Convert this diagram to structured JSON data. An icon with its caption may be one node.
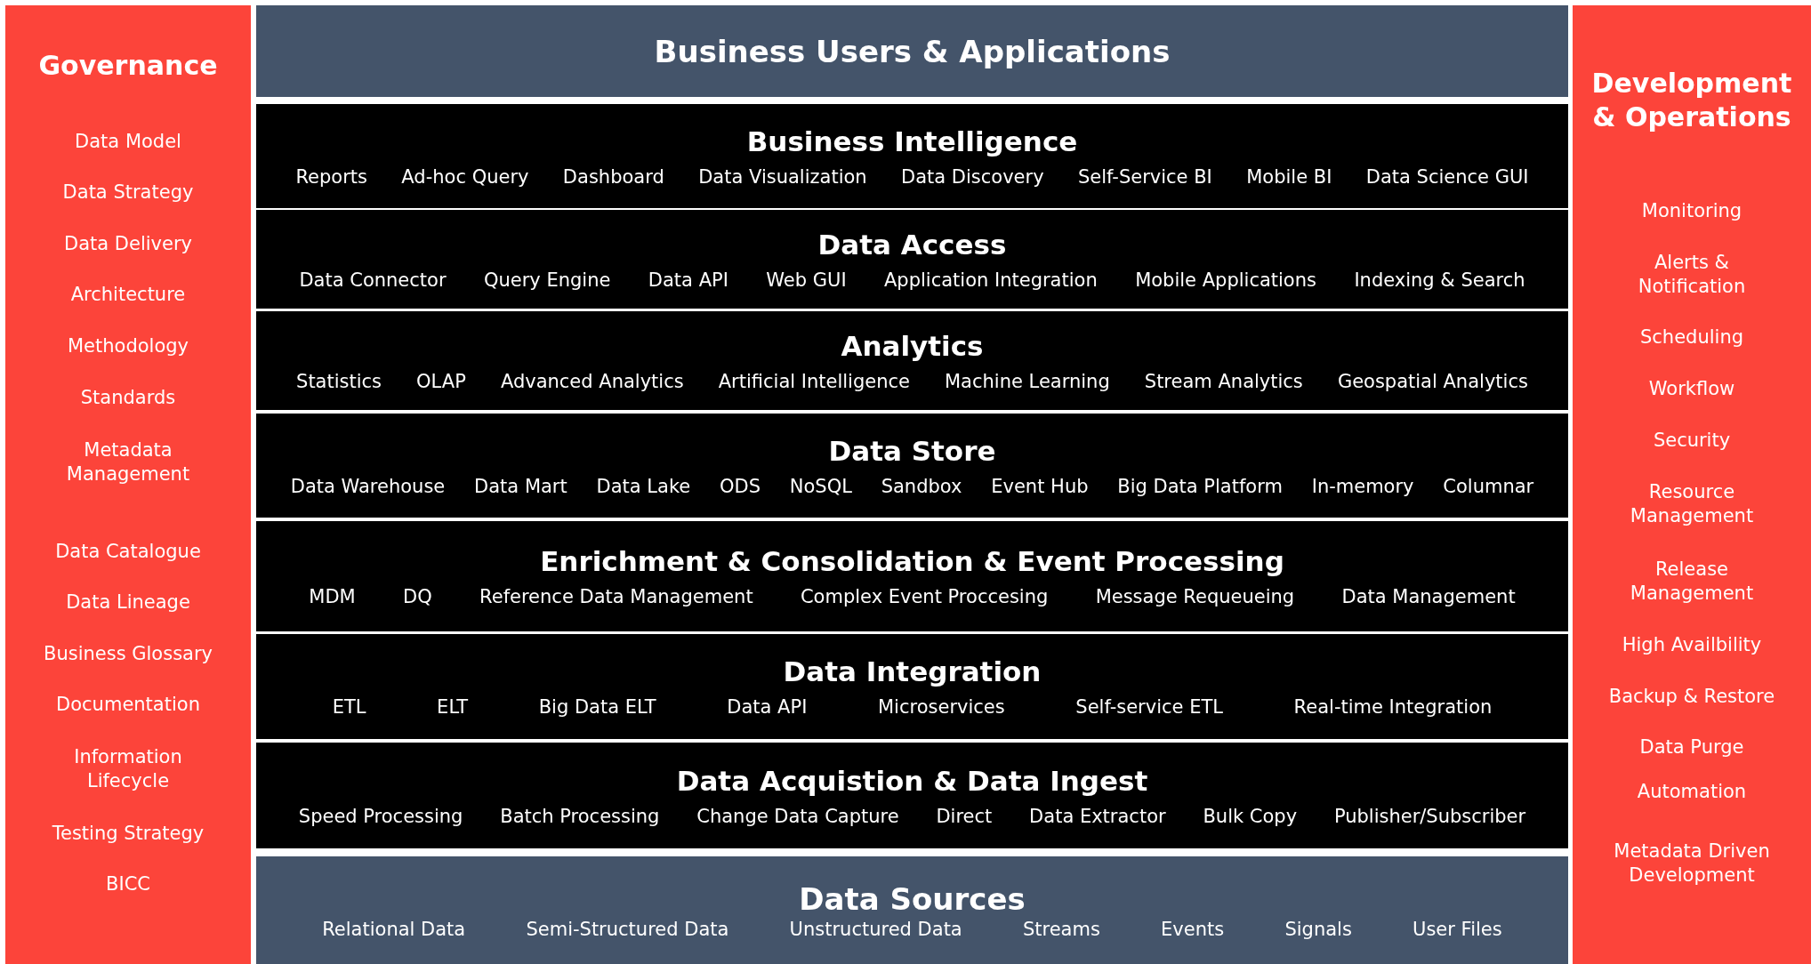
{
  "diagram": {
    "nodes": [
      {
        "text": [
          "Governance",
          "Data Model",
          "Data Strategy",
          "Data Delivery",
          "Architecture",
          "Methodology",
          "Standards",
          "Metadata Management",
          "Data Catalogue",
          "Data Lineage",
          "Business Glossary",
          "Documentation",
          "Information Lifecycle",
          "Testing Strategy",
          "BICC"
        ]
      },
      {
        "text": [
          "Business Users & Applications"
        ]
      },
      {
        "text": [
          "Business Intelligence",
          "Reports",
          "Ad-hoc Query",
          "Dashboard",
          "Data Visualization",
          "Data Discovery",
          "Self-Service BI",
          "Mobile BI",
          "Data Science GUI"
        ]
      },
      {
        "text": [
          "Data Access",
          "Data Connector",
          "Query Engine",
          "Data API",
          "Web GUI",
          "Application Integration",
          "Mobile Applications",
          "Indexing & Search"
        ]
      },
      {
        "text": [
          "Analytics",
          "Statistics",
          "OLAP",
          "Advanced Analytics",
          "Artificial Intelligence",
          "Machine Learning",
          "Stream Analytics",
          "Geospatial Analytics"
        ]
      },
      {
        "text": [
          "Data Store",
          "Data Warehouse",
          "Data Mart",
          "Data Lake",
          "ODS",
          "NoSQL",
          "Sandbox",
          "Event Hub",
          "Big Data Platform",
          "In-memory",
          "Columnar"
        ]
      },
      {
        "text": [
          "Enrichment & Consolidation & Event Processing",
          "MDM",
          "DQ",
          "Reference Data Management",
          "Complex Event Proccesing",
          "Message Requeueing",
          "Data Management"
        ]
      },
      {
        "text": [
          "Data Integration",
          "ETL",
          "ELT",
          "Big Data ELT",
          "Data API",
          "Microservices",
          "Self-service ETL",
          "Real-time Integration"
        ]
      },
      {
        "text": [
          "Data Acquistion & Data Ingest",
          "Speed Processing",
          "Batch Processing",
          "Change Data Capture",
          "Direct",
          "Data Extractor",
          "Bulk Copy",
          "Publisher/Subscriber"
        ]
      },
      {
        "text": [
          "Data Sources",
          "Relational Data",
          "Semi-Structured Data",
          "Unstructured Data",
          "Streams",
          "Events",
          "Signals",
          "User Files"
        ]
      },
      {
        "text": [
          "Development & Operations",
          "Monitoring",
          "Alerts & Notification",
          "Scheduling",
          "Workflow",
          "Security",
          "Resource Management",
          "Release Management",
          "High Availbility",
          "Backup & Restore",
          "Data Purge",
          "Automation",
          "Metadata Driven Development"
        ]
      }
    ]
  }
}
